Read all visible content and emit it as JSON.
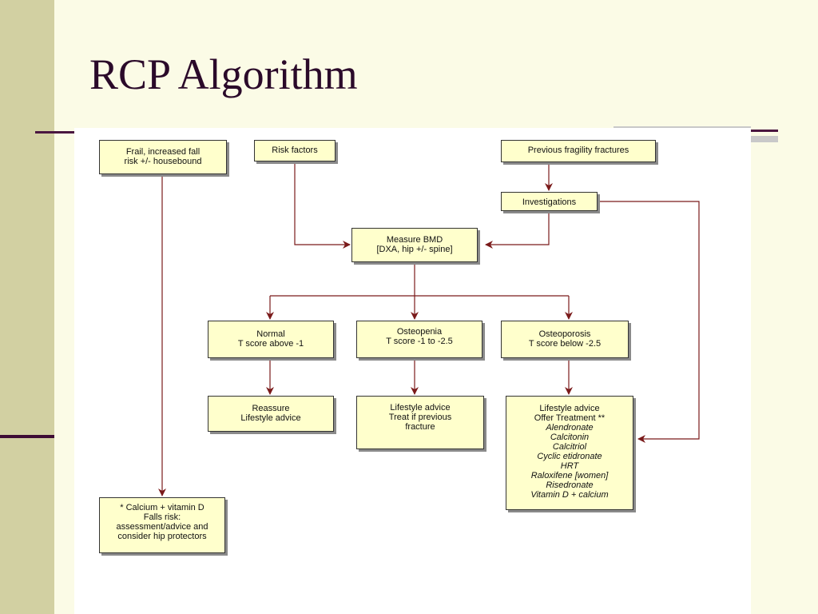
{
  "slide": {
    "title": "RCP Algorithm"
  },
  "boxes": {
    "frail": {
      "lines": [
        "Frail, increased fall",
        "risk +/- housebound"
      ]
    },
    "risk_factors": {
      "lines": [
        "Risk factors"
      ]
    },
    "previous_fractures": {
      "lines": [
        "Previous fragility fractures"
      ]
    },
    "investigations": {
      "lines": [
        "Investigations"
      ]
    },
    "measure_bmd": {
      "lines": [
        "Measure BMD",
        "[DXA, hip +/- spine]"
      ]
    },
    "normal": {
      "lines": [
        "Normal",
        "T score above -1"
      ]
    },
    "osteopenia": {
      "lines": [
        "Osteopenia",
        "T score -1 to -2.5"
      ]
    },
    "osteoporosis": {
      "lines": [
        "Osteoporosis",
        "T score below -2.5"
      ]
    },
    "reassure": {
      "lines": [
        "Reassure",
        "Lifestyle advice"
      ]
    },
    "lifestyle_treat": {
      "lines": [
        "Lifestyle advice",
        "Treat if previous",
        "fracture"
      ]
    },
    "treatment": {
      "lines": [
        "Lifestyle advice",
        "Offer Treatment **"
      ],
      "drugs": [
        "Alendronate",
        "Calcitonin",
        "Calcitriol",
        "Cyclic etidronate",
        "HRT",
        "Raloxifene [women]",
        "Risedronate",
        "Vitamin D + calcium"
      ]
    },
    "calcium": {
      "lines": [
        "* Calcium + vitamin D",
        "Falls risk:",
        "assessment/advice and",
        "consider hip protectors"
      ]
    }
  },
  "colors": {
    "title": "#2b0a2a",
    "box_fill": "#ffffcc",
    "arrow": "#7a1a1a",
    "left_band": "#d2d0a2",
    "background": "#fbfbe6"
  }
}
